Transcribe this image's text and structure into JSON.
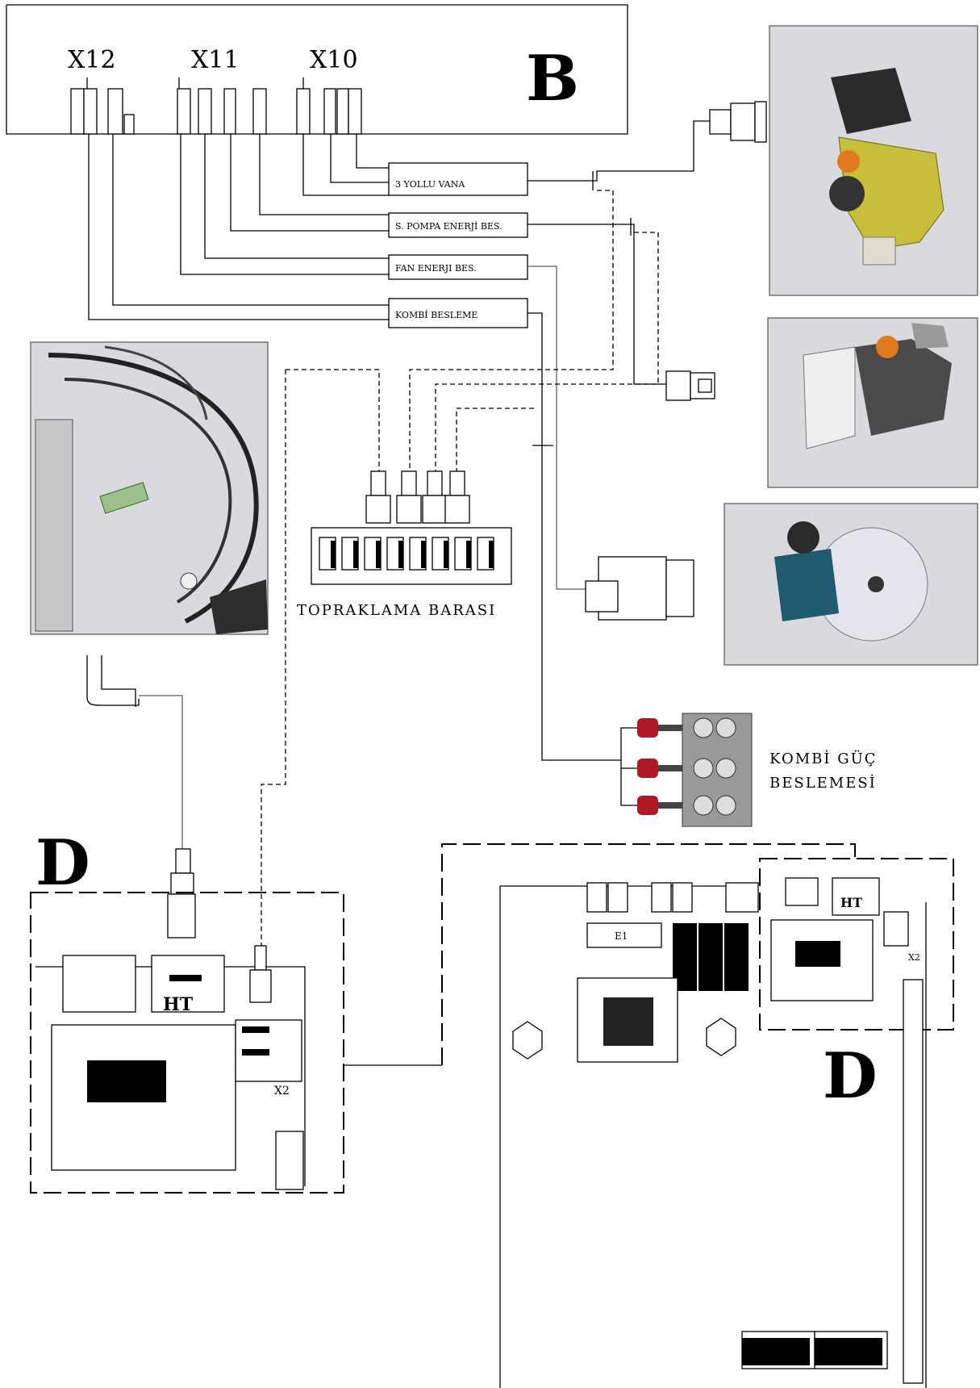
{
  "connectors": {
    "x12": "X12",
    "x11": "X11",
    "x10": "X10"
  },
  "board_b_label": "B",
  "label_boxes": {
    "valve": "3 YOLLU VANA",
    "pump": "S. POMPA ENERJİ BES.",
    "fan": "FAN ENERJI BES.",
    "supply": "KOMBİ BESLEME"
  },
  "grounding_bar": "TOPRAKLAMA BARASI",
  "power_supply": {
    "line1": "KOMBİ  GÜÇ",
    "line2": "BESLEMESİ"
  },
  "module_left": {
    "title": "D",
    "relay": "HT",
    "terminal": "X2"
  },
  "module_right": {
    "title": "D",
    "relay": "HT",
    "terminal": "X2",
    "fuse": "E1"
  },
  "icons": [
    "three-way-valve-image",
    "circulation-pump-image",
    "fan-blower-image",
    "ignition-electrode-image"
  ]
}
